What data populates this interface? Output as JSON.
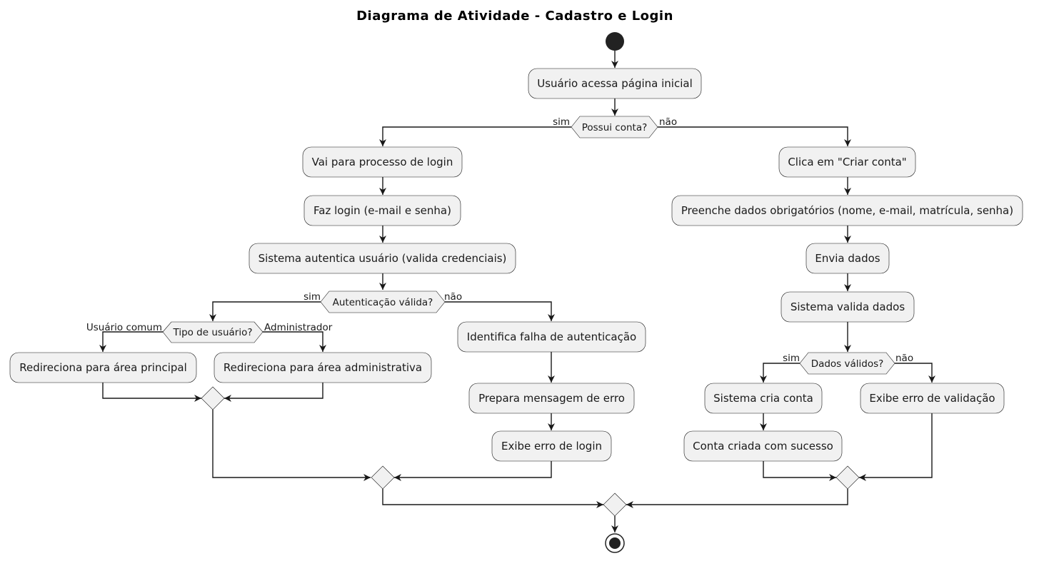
{
  "title": "Diagrama de Atividade - Cadastro e Login",
  "activities": {
    "acessa": "Usuário acessa página inicial",
    "vai_login": "Vai para processo de login",
    "faz_login": "Faz login (e-mail e senha)",
    "autentica": "Sistema autentica usuário (valida credenciais)",
    "redir_principal": "Redireciona para área principal",
    "redir_admin": "Redireciona para área administrativa",
    "identifica_falha": "Identifica falha de autenticação",
    "prepara_msg": "Prepara mensagem de erro",
    "exibe_erro_login": "Exibe erro de login",
    "criar_conta": "Clica em \"Criar conta\"",
    "preenche": "Preenche dados obrigatórios (nome, e-mail, matrícula, senha)",
    "envia": "Envia dados",
    "valida": "Sistema valida dados",
    "cria_conta": "Sistema cria conta",
    "conta_criada": "Conta criada com sucesso",
    "exibe_erro_validacao": "Exibe erro de validação"
  },
  "decisions": {
    "possui_conta": "Possui conta?",
    "auth_valida": "Autenticação válida?",
    "tipo_usuario": "Tipo de usuário?",
    "dados_validos": "Dados válidos?"
  },
  "guards": {
    "possui_sim": "sim",
    "possui_nao": "não",
    "auth_sim": "sim",
    "auth_nao": "não",
    "tipo_comum": "Usuário comum",
    "tipo_admin": "Administrador",
    "dados_sim": "sim",
    "dados_nao": "não"
  }
}
